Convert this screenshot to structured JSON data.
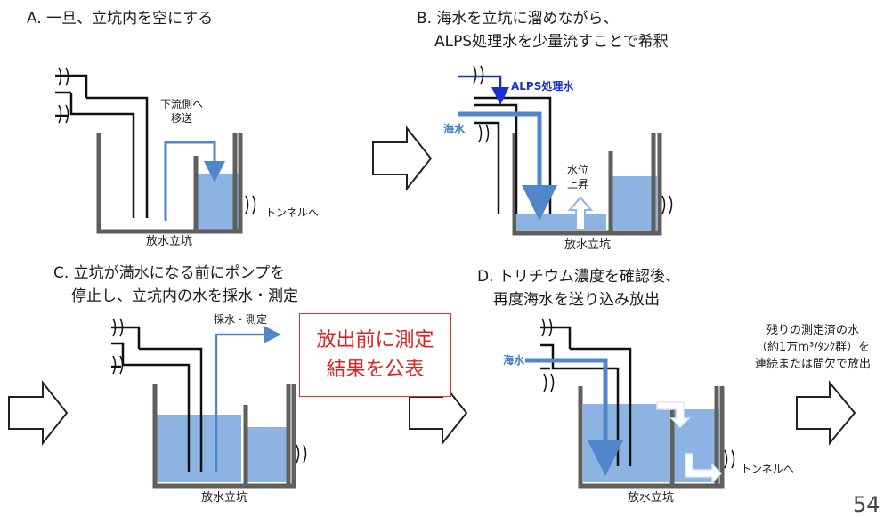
{
  "panelA": {
    "heading": "A. 一旦、立坑内を空にする",
    "transfer_label_1": "下流側へ",
    "transfer_label_2": "移送",
    "tunnel_label": "トンネルへ",
    "shaft_label": "放水立坑"
  },
  "panelB": {
    "heading_1": "B. 海水を立坑に溜めながら、",
    "heading_2": "ALPS処理水を少量流すことで希釈",
    "alps_label": "ALPS処理水",
    "seawater_label": "海水",
    "level_label_1": "水位",
    "level_label_2": "上昇",
    "shaft_label": "放水立坑"
  },
  "panelC": {
    "heading_1": "C. 立坑が満水になる前にポンプを",
    "heading_2": "停止し、立坑内の水を採水・測定",
    "sampling_label": "採水・測定",
    "shaft_label": "放水立坑"
  },
  "panelD": {
    "heading_1": "D. トリチウム濃度を確認後、",
    "heading_2": "再度海水を送り込み放出",
    "seawater_label": "海水",
    "tunnel_label": "トンネルへ",
    "shaft_label": "放水立坑"
  },
  "callout": {
    "line_1": "放出前に測定",
    "line_2": "結果を公表"
  },
  "side_note": {
    "line_1": "残りの測定済の水",
    "line_2": "（約1万m³/ﾀﾝｸ群）を",
    "line_3": "連続または間欠で放出"
  },
  "page_number": "54",
  "colors": {
    "water": "#8db3e2",
    "arrow_blue": "#4f86cc",
    "alps_blue": "#1a2fd0",
    "wall": "#5f5f5f",
    "callout_red": "#e02020"
  }
}
